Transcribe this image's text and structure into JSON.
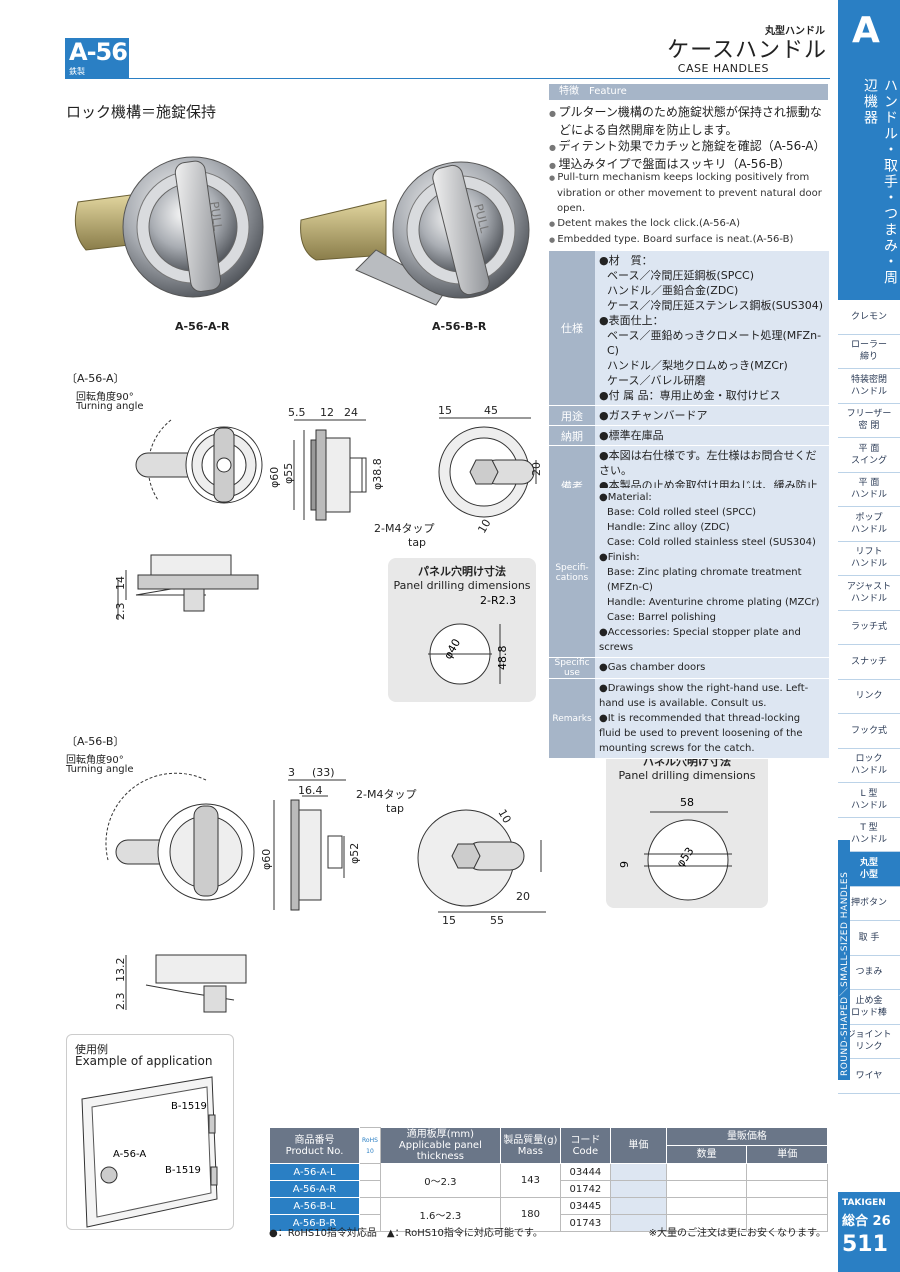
{
  "header": {
    "code": "A-56",
    "material": "鉄製",
    "category_small": "丸型ハンドル",
    "title_jp": "ケースハンドル",
    "title_en": "CASE  HANDLES"
  },
  "sidebar": {
    "letter": "A",
    "section_title": "ハンドル・取手・つまみ・周辺機器",
    "items": [
      {
        "label": "クレモン"
      },
      {
        "label": "ローラー\n締り"
      },
      {
        "label": "特装密閉\nハンドル"
      },
      {
        "label": "フリーザー\n密 閉"
      },
      {
        "label": "平 面\nスイング"
      },
      {
        "label": "平 面\nハンドル"
      },
      {
        "label": "ポップ\nハンドル"
      },
      {
        "label": "リフト\nハンドル"
      },
      {
        "label": "アジャスト\nハンドル"
      },
      {
        "label": "ラッチ式"
      },
      {
        "label": "スナッチ"
      },
      {
        "label": "リンク"
      },
      {
        "label": "フック式"
      },
      {
        "label": "ロック\nハンドル"
      },
      {
        "label": "L 型\nハンドル"
      },
      {
        "label": "T 型\nハンドル"
      },
      {
        "label": "丸型\n小型"
      },
      {
        "label": "押ボタン"
      },
      {
        "label": "取 手"
      },
      {
        "label": "つまみ"
      },
      {
        "label": "止め金\nロッド棒"
      },
      {
        "label": "ジョイント\nリンク"
      },
      {
        "label": "ワイヤ"
      }
    ],
    "band_text": "ROUND-SHAPED／SMALL-SIZED HANDLES",
    "brand": "TAKIGEN",
    "catalog": "総合 26",
    "page": "511"
  },
  "left": {
    "title": "ロック機構＝施錠保持",
    "photo1_caption": "A-56-A-R",
    "photo2_caption": "A-56-B-R",
    "pull_text": "PULL",
    "secA": {
      "label": "〔A-56-A〕",
      "angle_jp": "回転角度90°",
      "angle_en": "Turning angle",
      "dims": [
        "5.5",
        "12",
        "24",
        "15",
        "45",
        "20",
        "φ60",
        "φ55",
        "φ38.8",
        "10",
        "14",
        "2.3"
      ],
      "tap_jp": "2-M4タップ",
      "tap_en": "tap",
      "panel_jp": "パネル穴明け寸法",
      "panel_en": "Panel drilling dimensions",
      "panel_dims": [
        "2-R2.3",
        "φ40",
        "48.8"
      ]
    },
    "secB": {
      "label": "〔A-56-B〕",
      "angle_jp": "回転角度90°",
      "angle_en": "Turning angle",
      "dims": [
        "3",
        "(33)",
        "16.4",
        "φ60",
        "φ52",
        "10",
        "20",
        "20",
        "15",
        "55",
        "13.2",
        "2.3"
      ],
      "tap_jp": "2-M4タップ",
      "tap_en": "tap",
      "panel_jp": "パネル穴明け寸法",
      "panel_en": "Panel drilling dimensions",
      "panel_dims": [
        "58",
        "9",
        "φ53"
      ]
    },
    "app": {
      "title_jp": "使用例",
      "title_en": "Example of application",
      "labels": [
        "B-1519",
        "A-56-A",
        "B-1519"
      ]
    }
  },
  "feature": {
    "head": "特徴　Feature",
    "jp": [
      "プルターン機構のため施錠状態が保持され振動などによる自然開扉を防止します。",
      "ディテント効果でカチッと施錠を確認（A-56-A）",
      "埋込みタイプで盤面はスッキリ（A-56-B）"
    ],
    "en": [
      "Pull-turn mechanism keeps locking positively from vibration or other movement to prevent natural door open.",
      "Detent makes the lock click.(A-56-A)",
      "Embedded type. Board surface is neat.(A-56-B)"
    ]
  },
  "spec_jp": [
    {
      "label": "仕様",
      "lines": [
        "●材　質：",
        "ベース／冷間圧延鋼板(SPCC)",
        "ハンドル／亜鉛合金(ZDC)",
        "ケース／冷間圧延ステンレス鋼板(SUS304)",
        "●表面仕上：",
        "ベース／亜鉛めっきクロメート処理(MFZn-C)",
        "ハンドル／梨地クロムめっき(MZCr)",
        "ケース／バレル研磨",
        "●付 属 品：専用止め金・取付けビス"
      ]
    },
    {
      "label": "用途",
      "lines": [
        "●ガスチャンバードア"
      ]
    },
    {
      "label": "納期",
      "lines": [
        "●標準在庫品"
      ]
    },
    {
      "label": "備考",
      "lines": [
        "●本図は右仕様です。左仕様はお問合せください。",
        "●本製品の止め金取付け用ねじは、緩み防止のため「緩み防止剤」の塗布をお奨めします。"
      ]
    }
  ],
  "spec_en": [
    {
      "label": "Specifi-\ncations",
      "lines": [
        "●Material:",
        "Base: Cold rolled steel (SPCC)",
        "Handle: Zinc alloy (ZDC)",
        "Case: Cold rolled stainless steel (SUS304)",
        "●Finish:",
        "Base: Zinc plating chromate treatment (MFZn-C)",
        "Handle: Aventurine chrome plating (MZCr)",
        "Case: Barrel polishing",
        "●Accessories: Special stopper plate and screws"
      ]
    },
    {
      "label": "Specific use",
      "lines": [
        "●Gas chamber doors"
      ]
    },
    {
      "label": "Remarks",
      "lines": [
        "●Drawings show the right-hand use. Left-hand use is available. Consult us.",
        "●It is recommended that thread-locking fluid be used to prevent loosening of the mounting screws for the catch."
      ]
    }
  ],
  "table": {
    "headers": {
      "product_jp": "商品番号",
      "product_en": "Product No.",
      "rohs_top": "RoHS",
      "rohs_bottom": "10",
      "thick_jp": "適用板厚(mm)",
      "thick_en": "Applicable panel thickness",
      "mass_jp": "製品質量(g)",
      "mass_en": "Mass",
      "code_jp": "コード",
      "code_en": "Code",
      "price": "単価",
      "vol": "量販価格",
      "qty": "数量",
      "unit": "単価"
    },
    "rows": [
      {
        "pn": "A-56-A-L",
        "code": "03444"
      },
      {
        "pn": "A-56-A-R",
        "code": "01742"
      },
      {
        "pn": "A-56-B-L",
        "code": "03445"
      },
      {
        "pn": "A-56-B-R",
        "code": "01743"
      }
    ],
    "groups": [
      {
        "thickness": "0〜2.3",
        "mass": "143"
      },
      {
        "thickness": "1.6〜2.3",
        "mass": "180"
      }
    ],
    "foot_left": "●：RoHS10指令対応品　▲：RoHS10指令に対応可能です。",
    "foot_right": "※大量のご注文は更にお安くなります。"
  },
  "colors": {
    "accent": "#2a7fc4",
    "label_bg": "#a6b5c8",
    "value_bg": "#dde6f2"
  }
}
